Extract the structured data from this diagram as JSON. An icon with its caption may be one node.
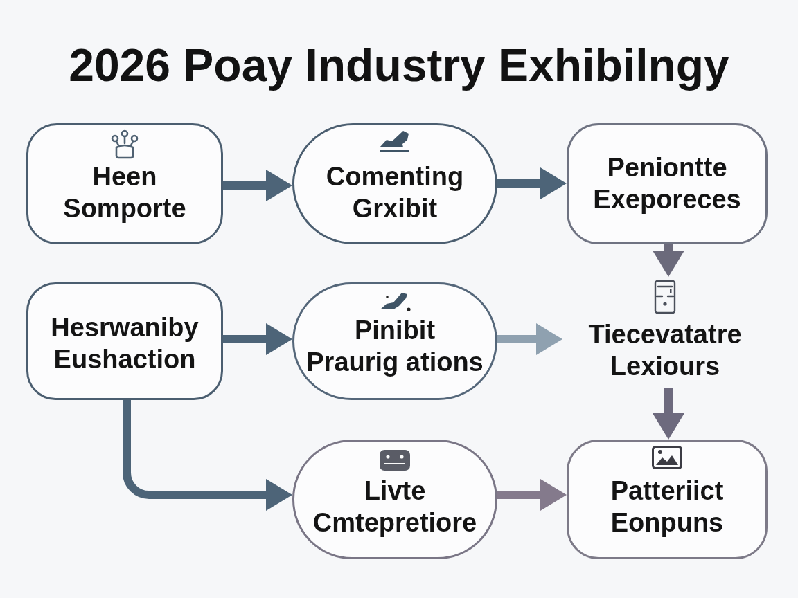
{
  "diagram": {
    "title": "2026 Poay Industry Exhibilngy",
    "nodes": [
      {
        "text": [
          "Heen Somporte"
        ]
      },
      {
        "text": [
          "Comenting Grxibit"
        ]
      },
      {
        "text": [
          "Peniontte Exeporeces"
        ]
      },
      {
        "text": [
          "Hesrwaniby Eushaction"
        ]
      },
      {
        "text": [
          "Pinibit Praurig ations"
        ]
      },
      {
        "text": [
          "Tiecevatatre Lexiours"
        ]
      },
      {
        "text": [
          "Livte Cmtepretiore"
        ]
      },
      {
        "text": [
          "Patteriict Eonpuns"
        ]
      }
    ],
    "edges": [
      {
        "from": 0,
        "to": 1,
        "arrow": "to"
      },
      {
        "from": 1,
        "to": 2,
        "arrow": "to"
      },
      {
        "from": 2,
        "to": 5,
        "arrow": "to",
        "color": "#6b6a7b"
      },
      {
        "from": 3,
        "to": 4,
        "arrow": "to"
      },
      {
        "from": 4,
        "to": 5,
        "arrow": "to",
        "color": "#8fa1b0"
      },
      {
        "from": 5,
        "to": 7,
        "arrow": "to",
        "color": "#6d6a7e"
      },
      {
        "from": 3,
        "to": 6,
        "arrow": "to"
      },
      {
        "from": 6,
        "to": 7,
        "arrow": "to",
        "color": "#847a8c"
      }
    ]
  }
}
